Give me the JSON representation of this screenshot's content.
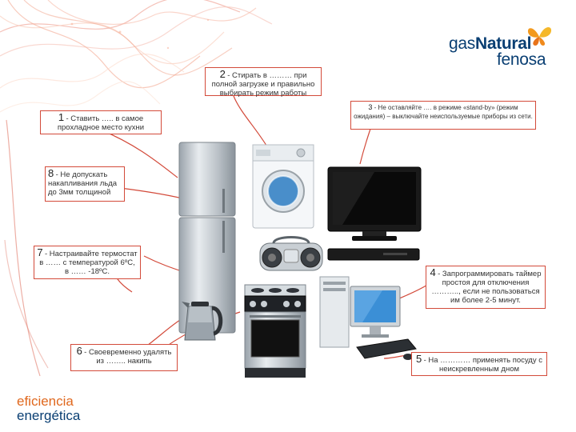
{
  "brand": {
    "logo_line1": "gasNatural",
    "logo_line2": "fenosa",
    "footer_line1": "eficiencia",
    "footer_line2": "energética"
  },
  "tips": [
    {
      "num": "1",
      "text": "- Ставить ….. в самое прохладное место кухни"
    },
    {
      "num": "2",
      "text": "- Стирать в ……… при полной загрузке и правильно выбирать режим работы"
    },
    {
      "num": "3",
      "text": "- Не оставляйте …. в режиме «stand-by» (режим ожидания) – выключайте неиспользуемые приборы из сети."
    },
    {
      "num": "4",
      "text": "- Запрограммировать таймер простоя для отключения ……….., если не пользоваться им более 2-5 минут."
    },
    {
      "num": "5",
      "text": "- На ………… применять посуду с неискревленным дном"
    },
    {
      "num": "6",
      "text": "- Своевременно удалять из …….. накипь"
    },
    {
      "num": "7",
      "text": "- Настраивайте термостат в …… с температурой 6ºС, в …… -18ºС."
    },
    {
      "num": "8",
      "text": "- Не допускать накапливания льда до 3мм толщиной"
    }
  ],
  "colors": {
    "accent_red": "#d34a3a",
    "brand_blue": "#0a3f73",
    "brand_orange": "#e0681e"
  },
  "icons": [
    "butterfly-logo-icon",
    "fridge-icon",
    "washing-machine-icon",
    "tv-icon",
    "dvd-player-icon",
    "boombox-icon",
    "kettle-icon",
    "stove-icon",
    "computer-icon"
  ]
}
